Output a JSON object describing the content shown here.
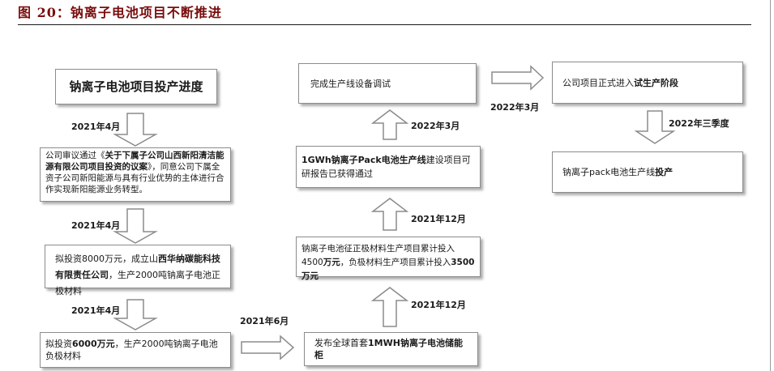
{
  "figure": {
    "title": "图 20：钠离子电池项目不断推进"
  },
  "left_column": {
    "header": "钠离子电池项目投产进度",
    "step1_date": "2021年4月",
    "step1_text_a": "公司审议通过《",
    "step1_text_bold": "关于下属子公司山西新阳清洁能源有限公司项目投资的议案",
    "step1_text_b": "》，同意公司下属全资子公司新阳能源与具有行业优势的主体进行合作实现新阳能源业务转型。",
    "step2_date": "2021年4月",
    "step2_text_a": "拟投资8000万元，成立山",
    "step2_text_bold": "西华纳碳能科技有限责任公司",
    "step2_text_b": "，生产2000吨钠离子电池正极材料",
    "step3_date": "2021年4月",
    "step3_text_a": "拟投资",
    "step3_text_bold": "6000万元",
    "step3_text_b": "，生产2000吨钠离子电池负极材料"
  },
  "middle_column": {
    "transfer_date": "2021年6月",
    "global_first_a": "发布全球首套",
    "global_first_bold": "1MWH钠离子电池储能柜",
    "date_1": "2021年12月",
    "investment_a": "钠离子电池征正极材料生产项目累计投入4500",
    "investment_bold1": "万元",
    "investment_b": "，负极材料生产项目累计投入",
    "investment_bold2": "3500万元",
    "date_2": "2021年12月",
    "gwh_bold": "1GWh钠离子Pack电池生产线",
    "gwh_text": "建设项目可研报告已获得通过",
    "date_3": "2022年3月",
    "debug_text": "完成生产线设备调试"
  },
  "right_column": {
    "transfer_date": "2022年3月",
    "trial_a": "公司项目正式进入",
    "trial_bold": "试生产阶段",
    "date_q3": "2022年三季度",
    "pack_a": "钠离子pack电池生产线",
    "pack_bold": "投产"
  },
  "colors": {
    "title": "#7a0d0d",
    "arrow_stroke": "#8b8b8b",
    "box_border": "#8c8c8c"
  }
}
